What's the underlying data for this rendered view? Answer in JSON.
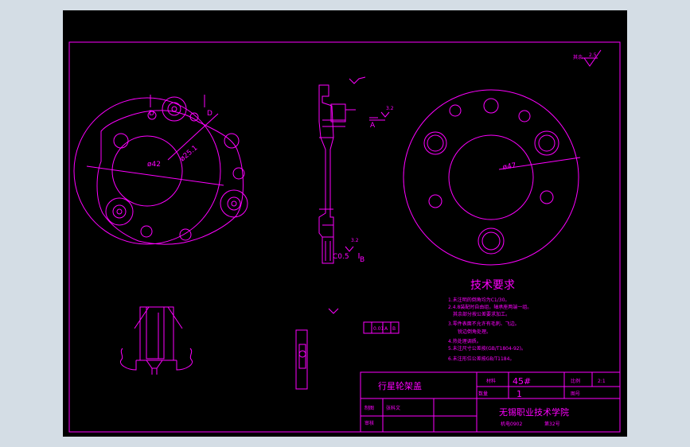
{
  "colors": {
    "line": "#ff00ff",
    "paper": "#000000",
    "viewport": "#d4dde5"
  },
  "dims": {
    "d42": "ø42",
    "d25": "ø25.1",
    "d47": "ø47",
    "c05": "C0.5"
  },
  "labels": {
    "D_left": "D",
    "D_right": "D",
    "section_A": "A",
    "section_B": "B",
    "tol_frame": [
      "",
      "0.01",
      "A",
      "B"
    ],
    "roughness": {
      "top": "2.5",
      "mid": "3.2",
      "bot": "3.2",
      "other": "其余"
    }
  },
  "tech": {
    "title": "技术要求",
    "lines": [
      "1.未注明的倒角均为C1/30。",
      "2.4.8装配时自由组，轴承座两端一组。",
      "其余部分按公差要求加工。",
      "3.零件表面不允许有毛刺、飞边。",
      "锐边倒角处理。",
      "4.热处理调质。",
      "5.未注尺寸公差按(GB/T1804-92)。",
      "6.未注形位公差按GB/T1184。"
    ]
  },
  "title_block": {
    "part_name": "行星轮架盖",
    "material_label": "材料",
    "material": "45#",
    "scale_label": "比例",
    "scale": "2:1",
    "qty_label": "数量",
    "qty": "1",
    "sheet_label": "图号",
    "drawn": "制图",
    "checked": "审核",
    "designer": "张科文",
    "school": "无锡职业技术学院",
    "class": "机电0902",
    "number": "第32号"
  }
}
